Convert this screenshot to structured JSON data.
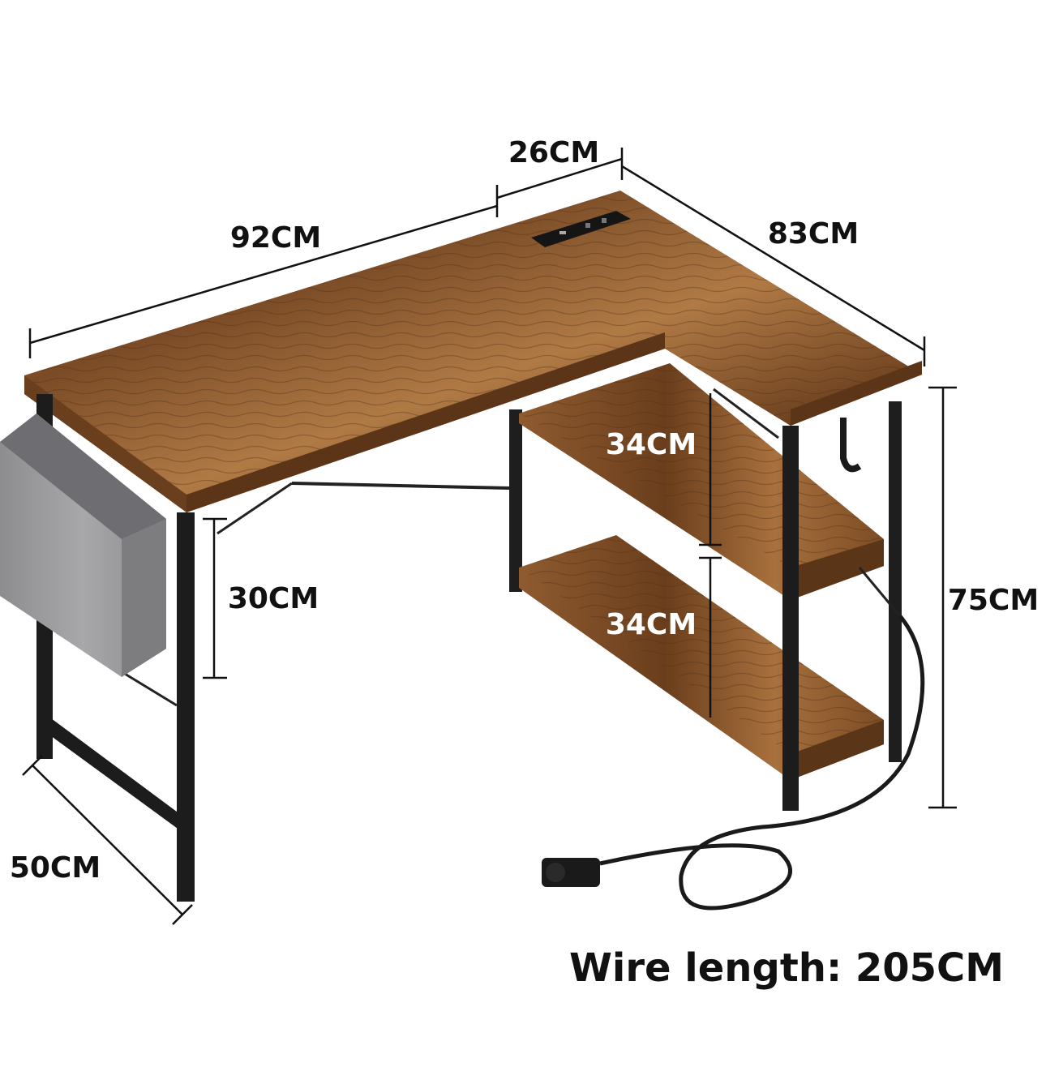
{
  "product": {
    "type": "L-shaped desk with shelves, storage bag and power strip",
    "colors": {
      "wood": "#8a5a32",
      "wood_dark": "#4e2f17",
      "frame": "#1c1c1c",
      "bag": "#9a9a9c",
      "dim_line": "#111111"
    }
  },
  "dimensions": {
    "length_main": "92CM",
    "width_return": "26CM",
    "length_return": "83CM",
    "shelf_gap_top": "34CM",
    "shelf_gap_bottom": "34CM",
    "bag_height": "30CM",
    "height": "75CM",
    "depth": "50CM"
  },
  "wire": {
    "label": "Wire length: 205CM"
  }
}
